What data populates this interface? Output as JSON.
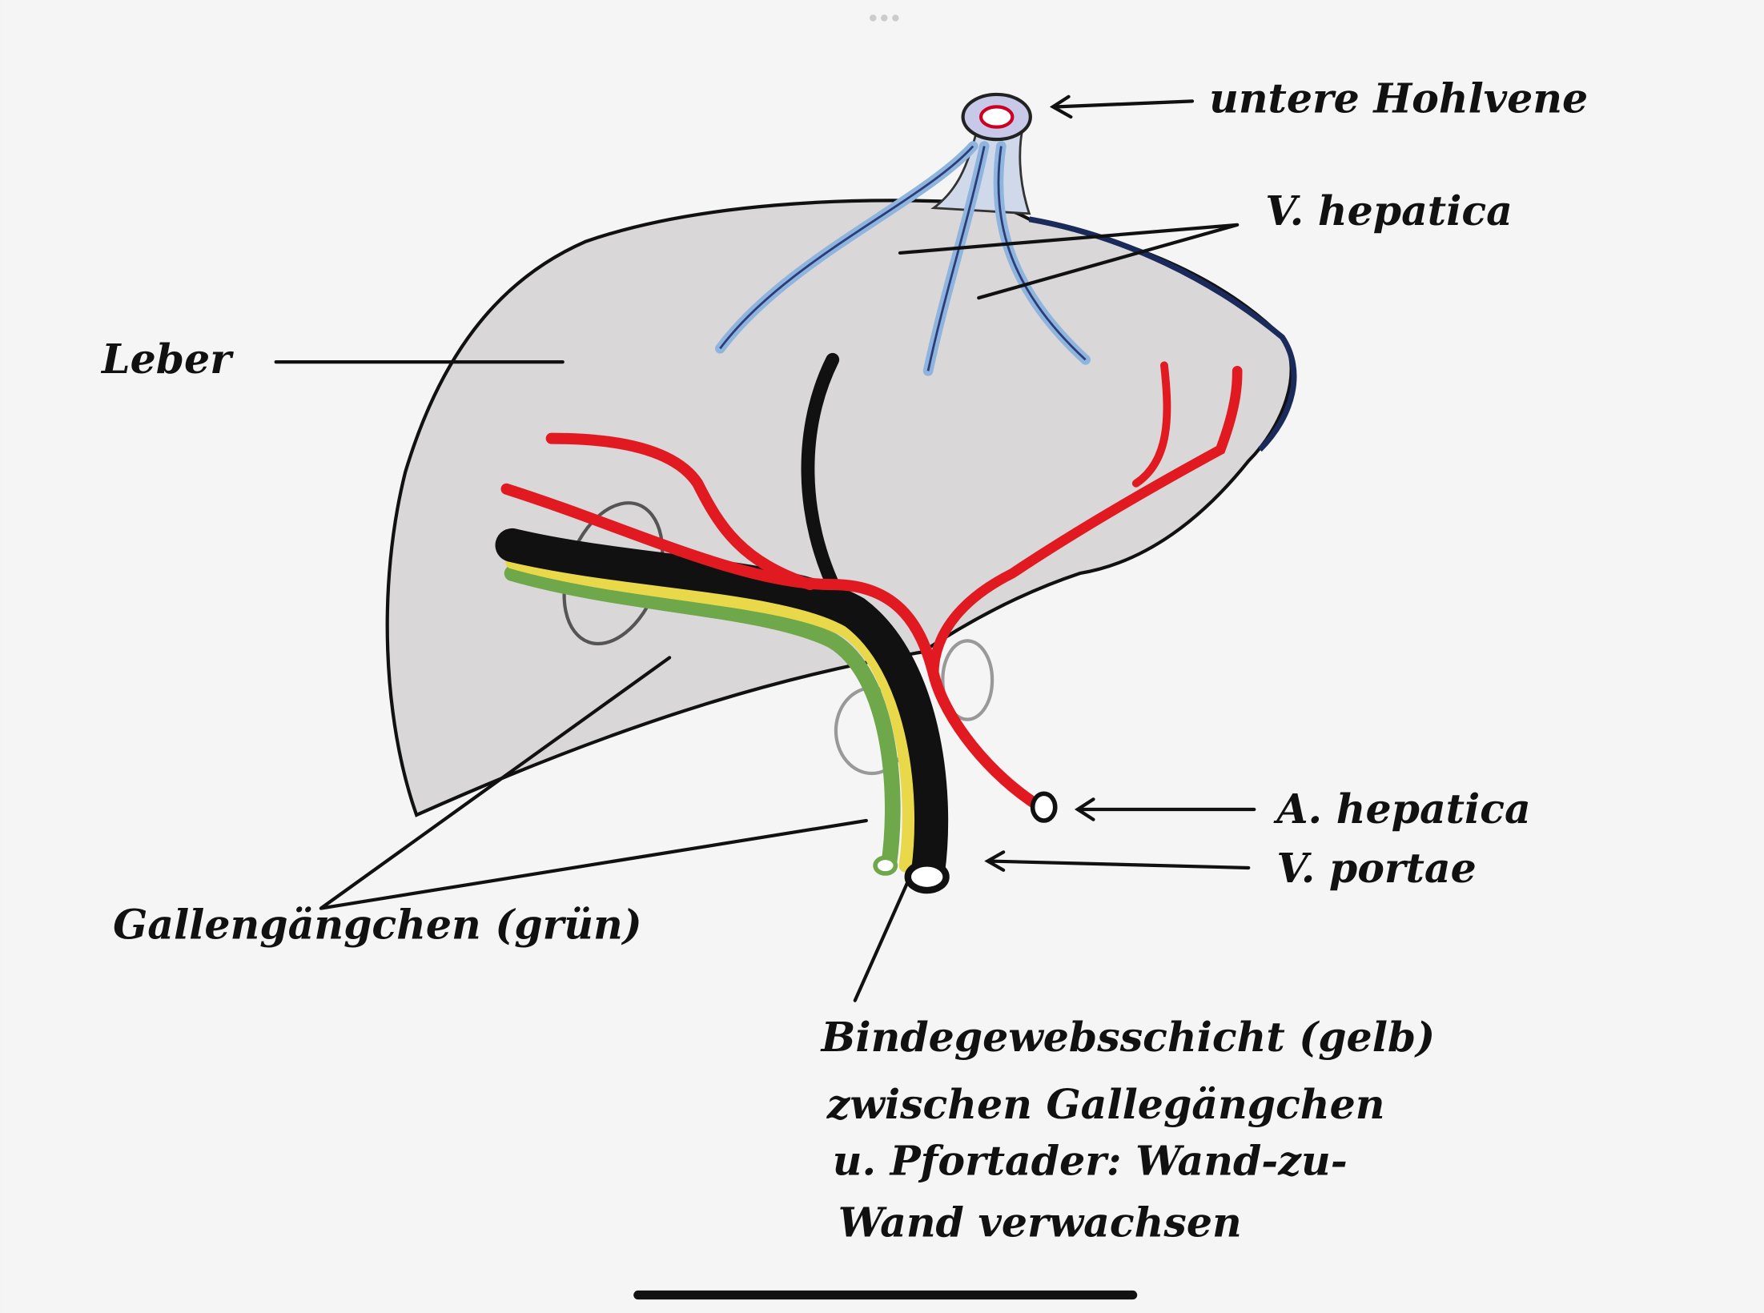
{
  "labels": {
    "leber": "Leber",
    "untere_hohlvene": "untere Hohlvene",
    "v_hepatica": "V. hepatica",
    "a_hepatica": "A. hepatica",
    "v_portae": "V. portae",
    "gallengaengchen": "Gallengängchen (grün)",
    "note_line1": "Bindegewebsschicht (gelb)",
    "note_line2": "zwischen Gallegängchen",
    "note_line3": "u. Pfortader: Wand-zu-",
    "note_line4": "Wand verwachsen"
  },
  "colors": {
    "liver_fill": "#d9d7d8",
    "artery": "#e11a22",
    "hepatic_vein": "#8fb4de",
    "portal_vein": "#111111",
    "connective_tissue": "#e8d84a",
    "bile_duct": "#6ea84a"
  }
}
